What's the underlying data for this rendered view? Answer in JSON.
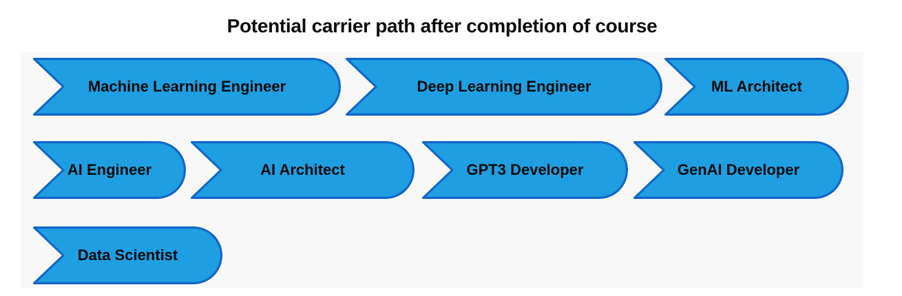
{
  "title": "Potential carrier path after completion of course",
  "colors": {
    "background": "#ffffff",
    "panel": "#f8f8f8",
    "shape_fill": "#1f9fe2",
    "shape_border": "#1267c8",
    "label_text": "#0a0a0a",
    "title_text": "#0c0c0c"
  },
  "rows": [
    {
      "stages": [
        {
          "label": "Machine Learning Engineer"
        },
        {
          "label": "Deep Learning Engineer"
        },
        {
          "label": "ML Architect"
        }
      ]
    },
    {
      "stages": [
        {
          "label": "AI Engineer"
        },
        {
          "label": "AI Architect"
        },
        {
          "label": "GPT3 Developer"
        },
        {
          "label": "GenAI Developer"
        }
      ]
    },
    {
      "stages": [
        {
          "label": "Data Scientist"
        }
      ]
    }
  ]
}
